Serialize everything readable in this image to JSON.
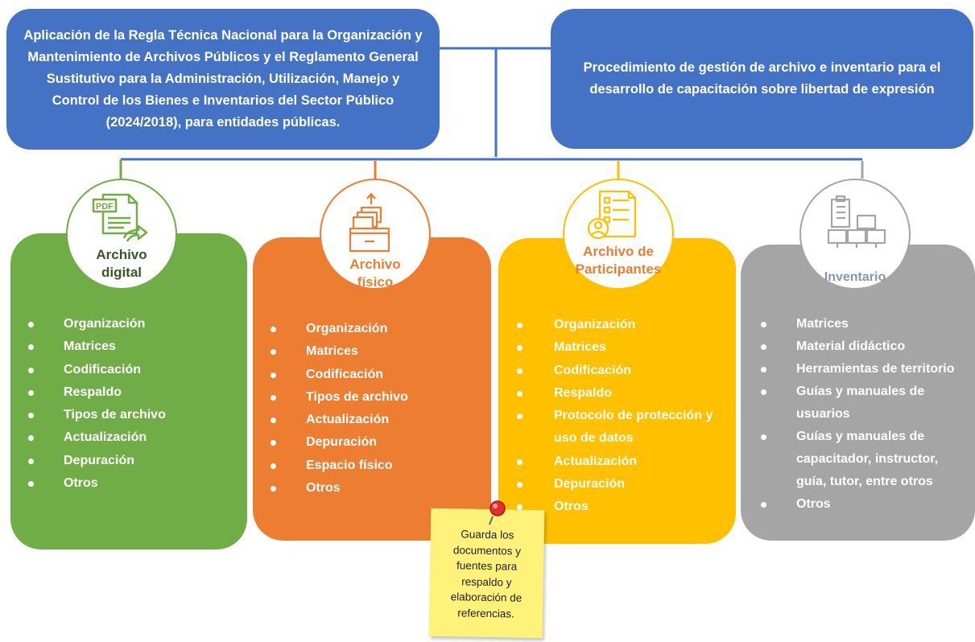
{
  "colors": {
    "header": "#4472c4",
    "digital": "#70ad47",
    "fisico": "#ed7d31",
    "participantes": "#ffc000",
    "inventario": "#a5a5a5",
    "sticky_note": "#fff27a"
  },
  "headers": {
    "left": "Aplicación de la Regla Técnica Nacional para la Organización y Mantenimiento de Archivos Públicos y el Reglamento General Sustitutivo para la Administración, Utilización, Manejo y Control de los Bienes e Inventarios del Sector Público (2024/2018), para entidades públicas.",
    "right": "Procedimiento de gestión de archivo e inventario para el desarrollo de capacitación sobre libertad de expresión"
  },
  "categories": [
    {
      "title_line1": "Archivo",
      "title_line2": "digital",
      "icon": "pdf-file-share-icon",
      "items": [
        "Organización",
        "Matrices",
        "Codificación",
        "Respaldo",
        "Tipos de archivo",
        "Actualización",
        "Depuración",
        "Otros"
      ]
    },
    {
      "title_line1": "Archivo",
      "title_line2": "físico",
      "icon": "archive-box-icon",
      "items": [
        "Organización",
        "Matrices",
        "Codificación",
        "Tipos de archivo",
        "Actualización",
        "Depuración",
        "Espacio físico",
        "Otros"
      ]
    },
    {
      "title_line1": "Archivo de",
      "title_line2": "Participantes",
      "icon": "participant-document-icon",
      "items": [
        "Organización",
        "Matrices",
        "Codificación",
        "Respaldo",
        "Protocolo de protección y uso de datos",
        "Actualización",
        "Depuración",
        "Otros"
      ]
    },
    {
      "title_line1": "Inventario",
      "title_line2": "",
      "icon": "inventory-boxes-icon",
      "items": [
        "Matrices",
        "Material didáctico",
        "Herramientas de territorio",
        "Guías y manuales de usuarios",
        "Guías y manuales de capacitador, instructor, guía, tutor, entre otros",
        "Otros"
      ]
    }
  ],
  "sticky_note": "Guarda los documentos y fuentes para respaldo y elaboración de referencias."
}
